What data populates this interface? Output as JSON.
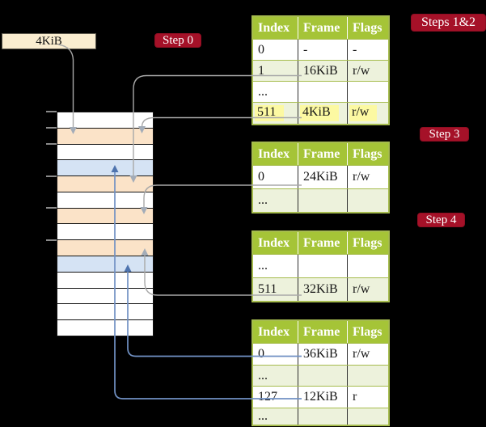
{
  "legend_box": {
    "label": "4KiB"
  },
  "badges": {
    "step0": "Step 0",
    "steps12": "Steps 1&2",
    "step3": "Step 3",
    "step4": "Step 4"
  },
  "tables": [
    {
      "name": "page-table-steps-1-2",
      "headers": [
        "Index",
        "Frame",
        "Flags"
      ],
      "rows": [
        {
          "cells": [
            "0",
            "-",
            "-"
          ],
          "highlight": false
        },
        {
          "cells": [
            "1",
            "16KiB",
            "r/w"
          ],
          "highlight": false
        },
        {
          "cells": [
            "...",
            "",
            ""
          ],
          "highlight": false
        },
        {
          "cells": [
            "511",
            "4KiB",
            "r/w"
          ],
          "highlight": true
        }
      ]
    },
    {
      "name": "page-table-step-3",
      "headers": [
        "Index",
        "Frame",
        "Flags"
      ],
      "rows": [
        {
          "cells": [
            "0",
            "24KiB",
            "r/w"
          ],
          "highlight": false
        },
        {
          "cells": [
            "...",
            "",
            ""
          ],
          "highlight": false
        }
      ]
    },
    {
      "name": "page-table-step-4",
      "headers": [
        "Index",
        "Frame",
        "Flags"
      ],
      "rows": [
        {
          "cells": [
            "...",
            "",
            ""
          ],
          "highlight": false
        },
        {
          "cells": [
            "511",
            "32KiB",
            "r/w"
          ],
          "highlight": false
        }
      ]
    },
    {
      "name": "page-table-bottom",
      "headers": [
        "Index",
        "Frame",
        "Flags"
      ],
      "rows": [
        {
          "cells": [
            "0",
            "36KiB",
            "r/w"
          ],
          "highlight": false
        },
        {
          "cells": [
            "...",
            "",
            ""
          ],
          "highlight": false
        },
        {
          "cells": [
            "127",
            "12KiB",
            "r"
          ],
          "highlight": false
        },
        {
          "cells": [
            "...",
            "",
            ""
          ],
          "highlight": false
        }
      ]
    }
  ],
  "memory_column": {
    "rows": [
      "white",
      "wheat",
      "white",
      "blue",
      "wheat",
      "white",
      "wheat",
      "white",
      "wheat",
      "blue",
      "white",
      "white",
      "white",
      "white"
    ]
  },
  "connections": [
    {
      "from": "legend-4KiB",
      "to": "memory-row-2",
      "color": "gray"
    },
    {
      "from": "table1-entry-511-4KiB",
      "to": "memory-row-2",
      "color": "gray"
    },
    {
      "from": "table1-entry-1-16KiB",
      "to": "memory-row-5",
      "color": "gray"
    },
    {
      "from": "table2-entry-0-24KiB",
      "to": "memory-row-7",
      "color": "gray"
    },
    {
      "from": "table3-entry-511-32KiB",
      "to": "memory-row-9",
      "color": "gray"
    },
    {
      "from": "table4-entry-0-36KiB",
      "to": "memory-row-10",
      "color": "blue"
    },
    {
      "from": "table4-entry-127-12KiB",
      "to": "memory-row-4",
      "color": "blue"
    }
  ],
  "colors": {
    "background": "#000000",
    "badge_red": "#A51128",
    "table_header_green": "#A5C437",
    "table_row_alt_green": "#EDF2DC",
    "table_border_olive": "#A6BC4E",
    "highlight_yellow": "#FCF9A2",
    "memory_wheat": "#FBE3C8",
    "memory_blue": "#D5E3F4",
    "legend_cream": "#FAEDD0",
    "connector_gray": "#A8A8A8",
    "connector_blue": "#7191C4"
  }
}
